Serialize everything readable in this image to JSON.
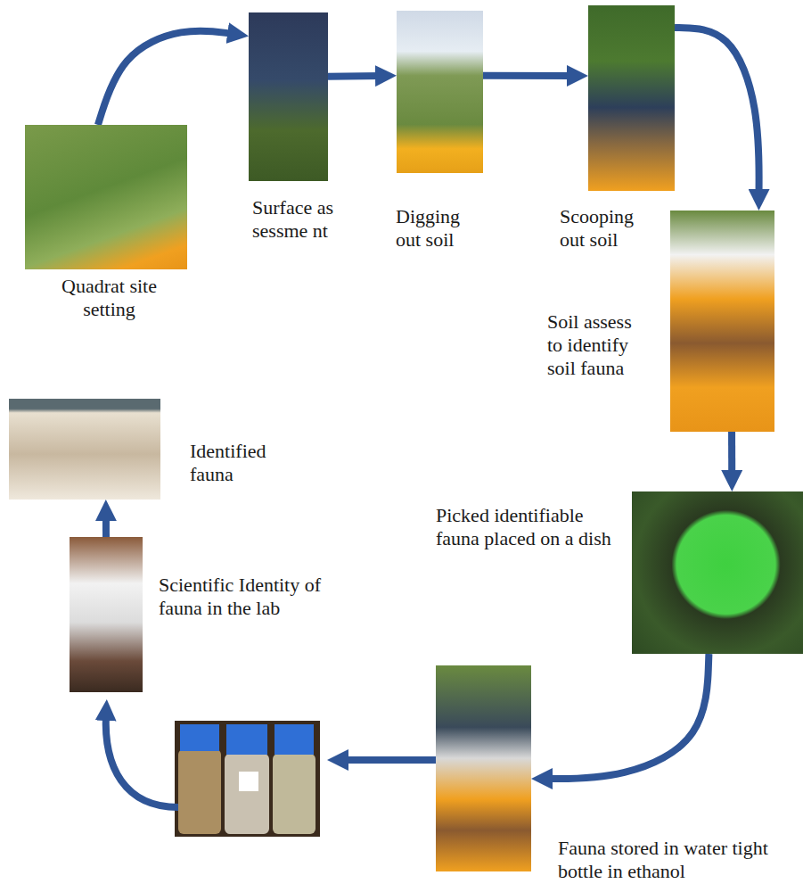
{
  "diagram": {
    "nodes": [
      {
        "text": [
          "Quadrat site setting"
        ]
      },
      {
        "text": [
          "Surface assessme nt"
        ]
      },
      {
        "text": [
          "Digging out soil"
        ]
      },
      {
        "text": [
          "Scooping out soil"
        ]
      },
      {
        "text": [
          "Soil assess to identify soil fauna"
        ]
      },
      {
        "text": [
          "Picked identifiable fauna placed on a dish"
        ]
      },
      {
        "text": [
          "Fauna stored in water tight bottle in ethanol"
        ]
      },
      {
        "text": [
          "Scientific Identity of fauna in the lab"
        ]
      },
      {
        "text": [
          "Identified fauna"
        ]
      }
    ],
    "edges": [
      {
        "from": 0,
        "to": 1,
        "arrow": "to"
      },
      {
        "from": 1,
        "to": 2,
        "arrow": "to"
      },
      {
        "from": 2,
        "to": 3,
        "arrow": "to"
      },
      {
        "from": 3,
        "to": 4,
        "arrow": "to"
      },
      {
        "from": 4,
        "to": 5,
        "arrow": "to"
      },
      {
        "from": 5,
        "to": 6,
        "arrow": "to"
      },
      {
        "from": 7,
        "to": 8,
        "arrow": "to"
      }
    ]
  }
}
